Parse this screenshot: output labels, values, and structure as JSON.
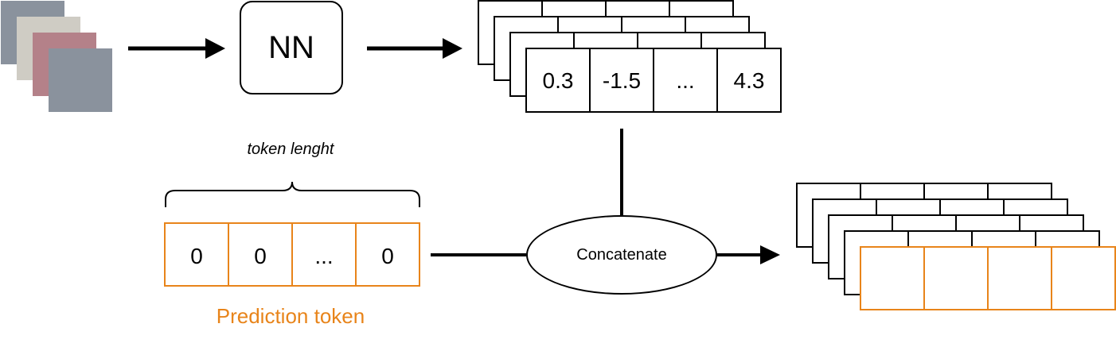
{
  "nn_block": {
    "label": "NN"
  },
  "embedding": {
    "values": [
      "0.3",
      "-1.5",
      "...",
      "4.3"
    ]
  },
  "prediction": {
    "values": [
      "0",
      "0",
      "...",
      "0"
    ],
    "label": "Prediction token",
    "length_label": "token lenght"
  },
  "concat": {
    "label": "Concatenate"
  },
  "colors": {
    "orange": "#e8841a",
    "line": "#000000",
    "image_layers": [
      "#8a929d",
      "#cfccc4",
      "#b48189",
      "#8a929d"
    ]
  }
}
